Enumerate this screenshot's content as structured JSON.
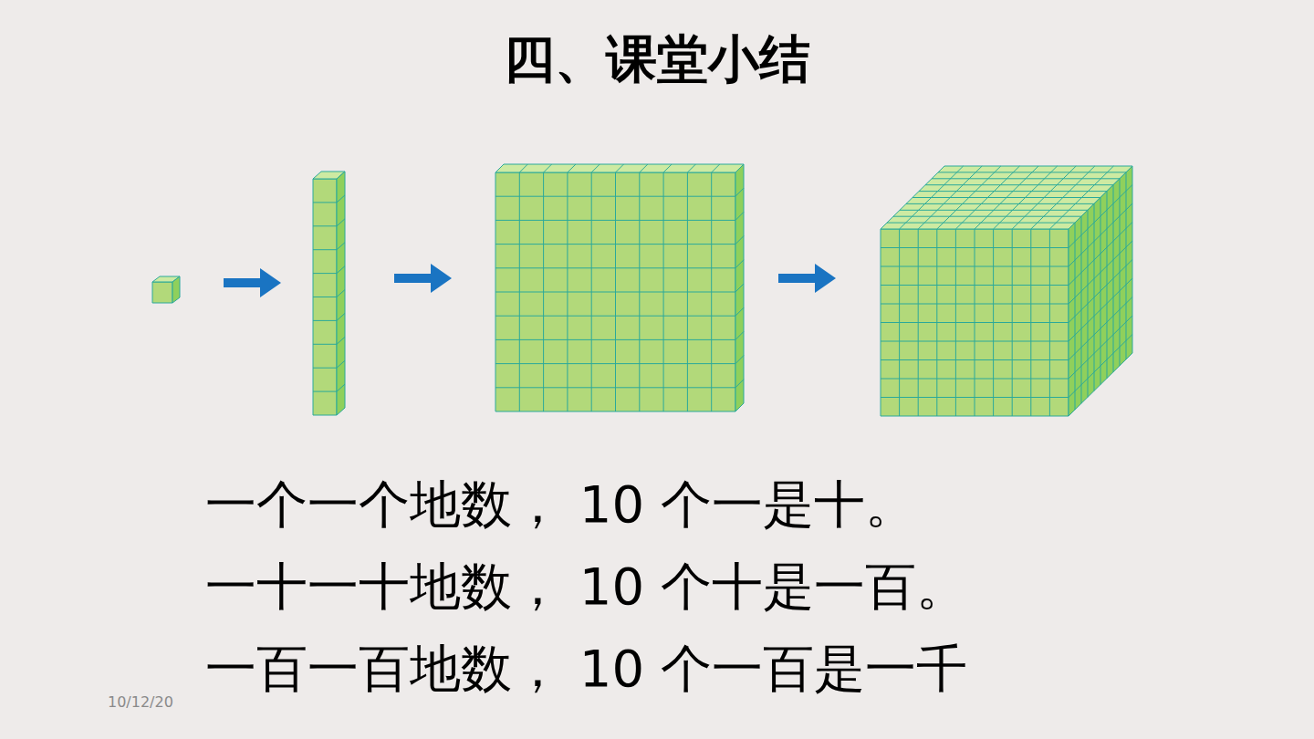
{
  "diagram": {
    "title": "四、课堂小结",
    "labels": [
      "一个一个地数， 10 个一是十。",
      "一十一十地数， 10 个十是一百。",
      "一百一百地数， 10 个一百是一千",
      "10/12/20"
    ]
  }
}
